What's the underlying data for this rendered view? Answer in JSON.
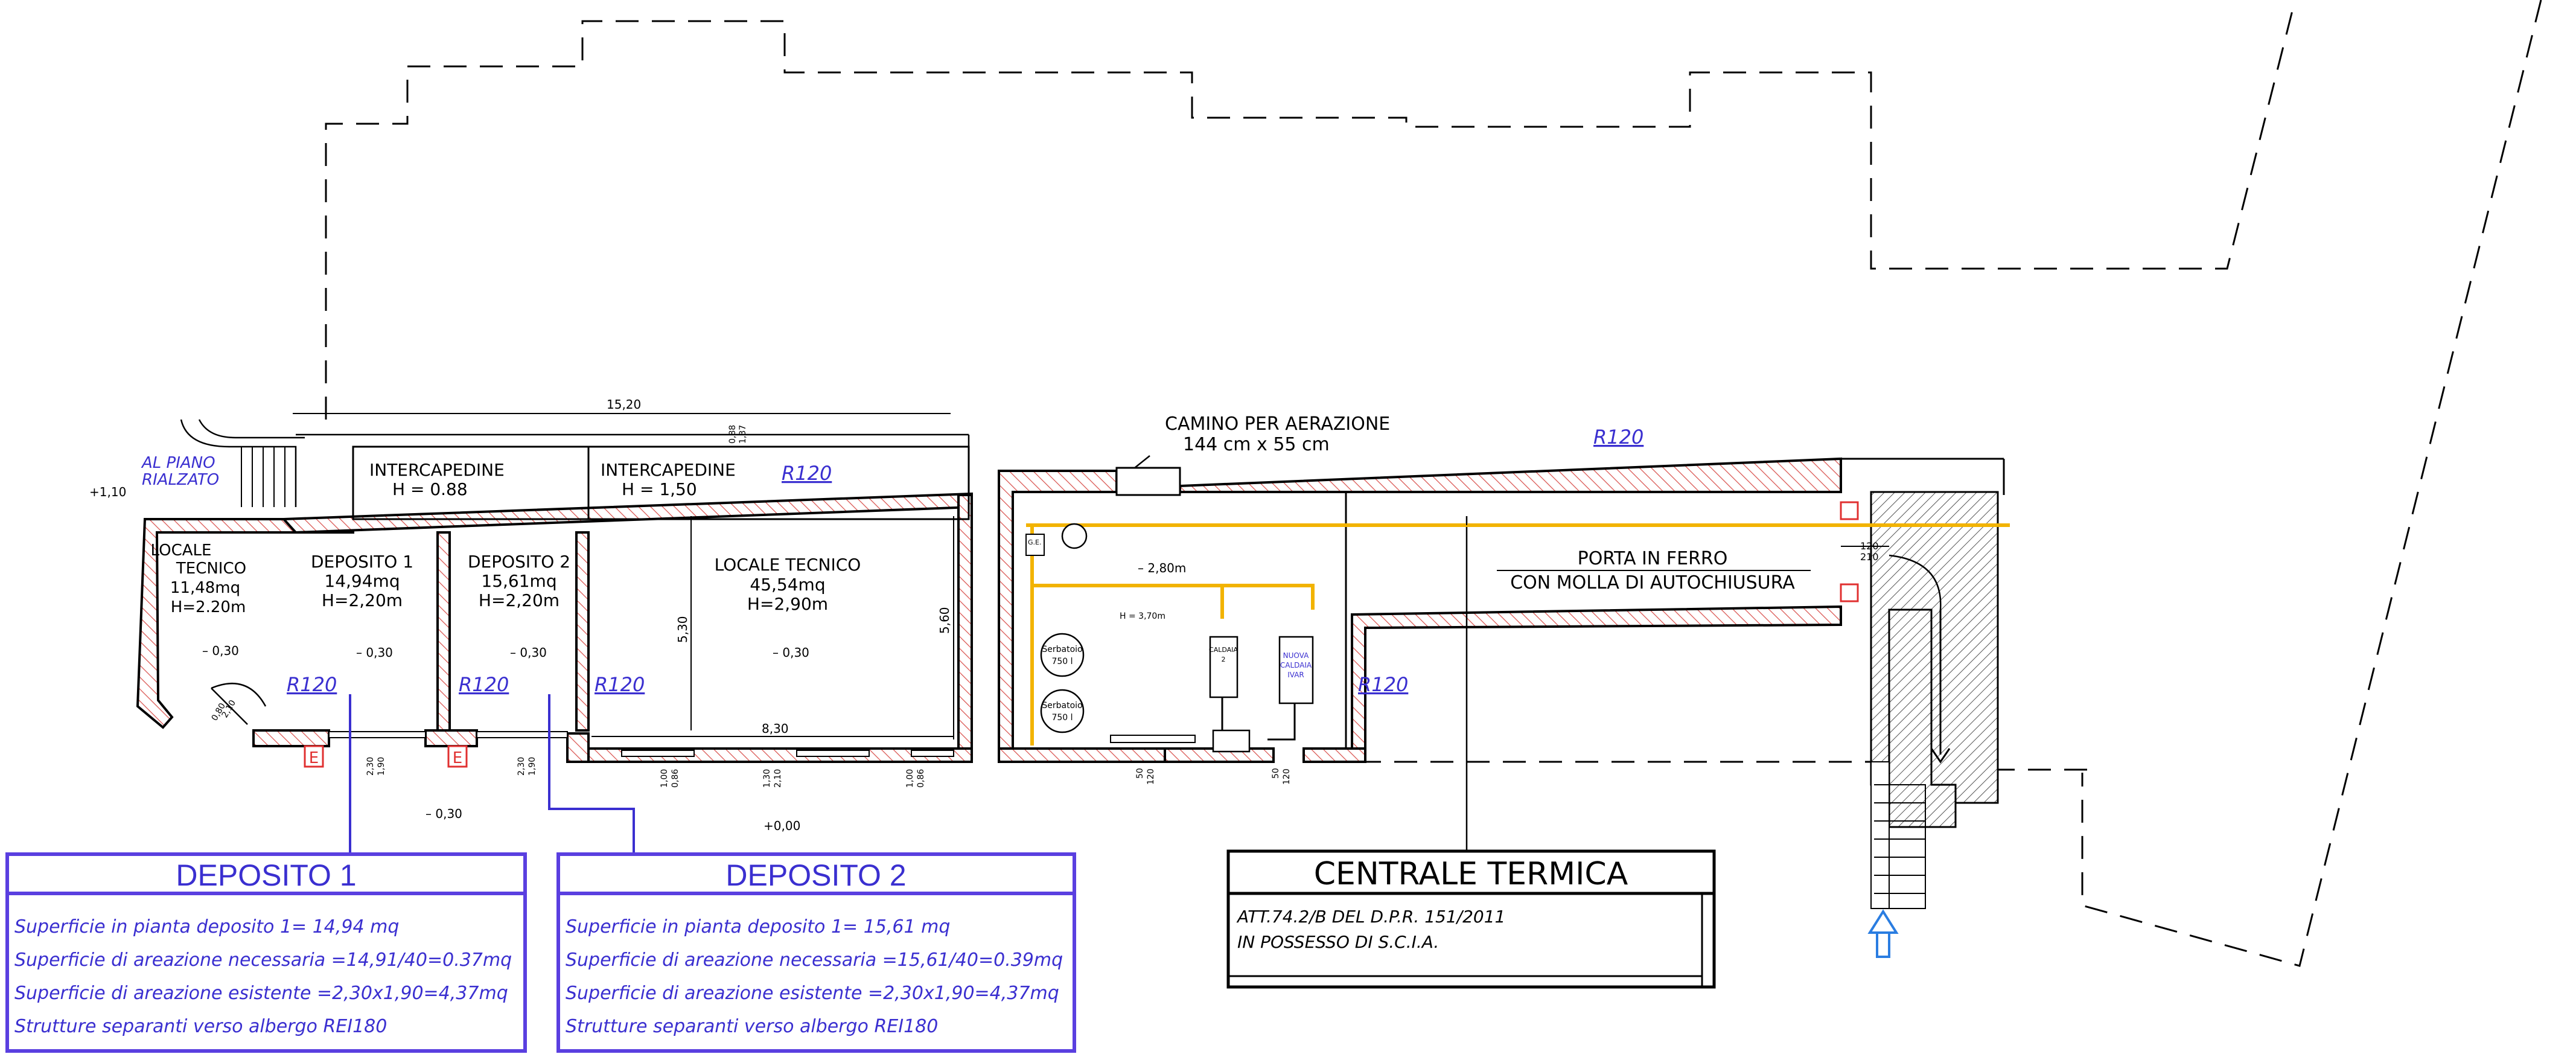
{
  "labels": {
    "al_piano": "AL PIANO",
    "rialzato": "RIALZATO",
    "level_110": "+1,10",
    "intercapedine_1": "INTERCAPEDINE",
    "intercapedine_1_h": "H  =  0.88",
    "intercapedine_2": "INTERCAPEDINE",
    "intercapedine_2_h": "H  =  1,50",
    "dim_1520": "15,20",
    "dim_088": "0,88",
    "dim_137": "1,37",
    "camino_1": "CAMINO PER AERAZIONE",
    "camino_2": "144  cm  x  55  cm",
    "r120": "R120",
    "locale_tecnico_small": [
      "LOCALE",
      "TECNICO",
      "11,48mq",
      "H=2.20m"
    ],
    "deposito1_room": [
      "DEPOSITO  1",
      "14,94mq",
      "H=2,20m"
    ],
    "deposito2_room": [
      "DEPOSITO  2",
      "15,61mq",
      "H=2,20m"
    ],
    "locale_tecnico_big": [
      "LOCALE  TECNICO",
      "45,54mq",
      "H=2,90m"
    ],
    "level_030": "– 0,30",
    "level_280": "– 2,80m",
    "level_000": "+0,00",
    "dim_530": "5,30",
    "dim_560": "5,60",
    "dim_830": "8,30",
    "dim_080": "0,80",
    "dim_210": "2,10",
    "dim_230": "2,30",
    "dim_190": "1,90",
    "dim_100": "1,00",
    "dim_086": "0,86",
    "dim_130": "1,30",
    "dim_50": "50",
    "dim_120": "120",
    "dim_210b": "210",
    "h_370": "H  =  3,70m",
    "ge": "G.E.",
    "serbatoio": "Serbatoio",
    "serbatoio_cap": "750  l",
    "caldaia": "CALDAIA",
    "caldaia_n": "2",
    "nuova_caldaia": [
      "NUOVA",
      "CALDAIA",
      "IVAR"
    ],
    "porta_1": "PORTA  IN  FERRO",
    "porta_2": "CON  MOLLA  DI  AUTOCHIUSURA",
    "exit_mark": "E"
  },
  "deposito1": {
    "title": "DEPOSITO 1",
    "lines": [
      "Superficie  in  pianta  deposito  1=  14,94  mq",
      "Superficie  di  areazione  necessaria  =14,91/40=0.37mq",
      "Superficie  di  areazione  esistente  =2,30x1,90=4,37mq",
      "Strutture  separanti  verso  albergo  REI180"
    ]
  },
  "deposito2": {
    "title": "DEPOSITO 2",
    "lines": [
      "Superficie  in  pianta  deposito  1=  15,61  mq",
      "Superficie  di  areazione  necessaria  =15,61/40=0.39mq",
      "Superficie  di  areazione  esistente  =2,30x1,90=4,37mq",
      "Strutture  separanti  verso  albergo  REI180"
    ]
  },
  "centrale": {
    "title": "CENTRALE TERMICA",
    "line1": "ATT.74.2/B  DEL  D.P.R.  151/2011",
    "line2": "IN  POSSESSO  DI  S.C.I.A."
  },
  "colors": {
    "blue_text": "#3a2fd0",
    "box_border": "#5a3fe0",
    "pipe": "#f2b300",
    "hatch": "#d9534f",
    "exit_red": "#e03030",
    "arrow": "#2a7de1"
  }
}
